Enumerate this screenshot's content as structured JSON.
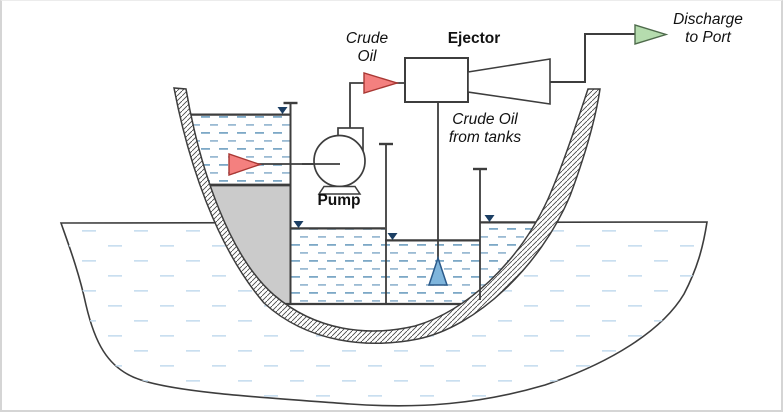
{
  "diagram": {
    "labels": {
      "crude_oil": "Crude\nOil",
      "ejector": "Ejector",
      "pump": "Pump",
      "crude_oil_from_tanks": "Crude Oil\nfrom tanks",
      "discharge_to_port": "Discharge\nto Port"
    },
    "colors": {
      "line": "#3D3D3D",
      "crude_oil_arrow": "#F4807F",
      "crude_oil_arrow_border": "#A93834",
      "discharge_arrow": "#B5DCAE",
      "discharge_arrow_border": "#4F6B4C",
      "suction_nozzle": "#7FB5DC",
      "suction_nozzle_border": "#2B5A8A",
      "water_level_marker": "#1B3E63",
      "ballast_shading": "#CBCBCB",
      "tank_water_dash": "#7DA8C6",
      "tank_water_dash_alt": "#9BBBD3",
      "sea_water_dash": "#C9DFF0"
    }
  }
}
